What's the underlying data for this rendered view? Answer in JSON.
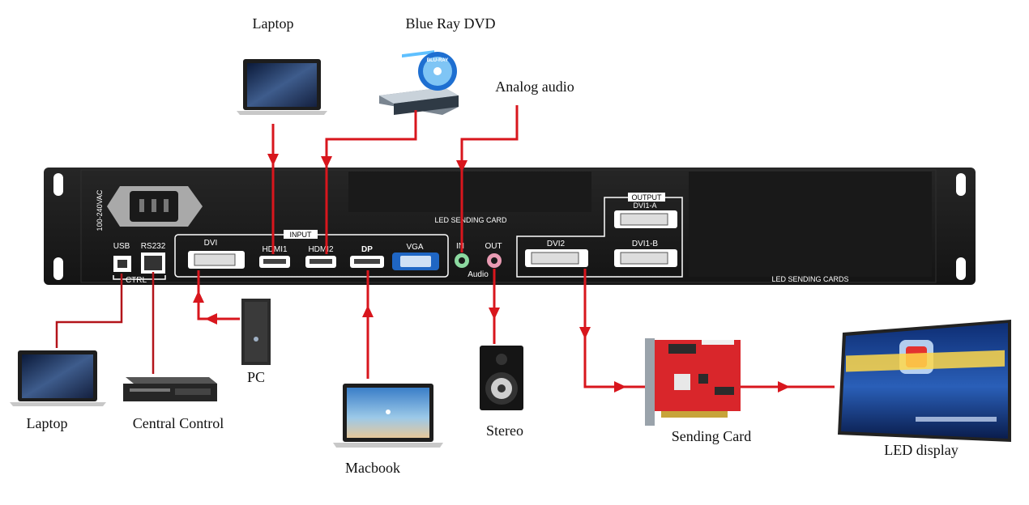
{
  "labels": {
    "laptop_top": "Laptop",
    "bluray": "Blue Ray DVD",
    "analog_audio": "Analog audio",
    "laptop_bottom": "Laptop",
    "central_control": "Central Control",
    "pc": "PC",
    "macbook": "Macbook",
    "stereo": "Stereo",
    "sending_card": "Sending Card",
    "led_display": "LED display"
  },
  "panel": {
    "voltage": "100-240VAC",
    "usb": "USB",
    "rs232": "RS232",
    "ctrl": "CTRL",
    "input_group": "INPUT",
    "dvi": "DVI",
    "hdmi1": "HDMI1",
    "hdmi2": "HDMI2",
    "dp": "DP",
    "vga": "VGA",
    "audio_in": "IN",
    "audio_out": "OUT",
    "audio": "Audio",
    "led_sending_card": "LED SENDING CARD",
    "output_group": "OUTPUT",
    "dvi1a": "DVI1-A",
    "dvi2": "DVI2",
    "dvi1b": "DVI1-B",
    "led_sending_cards": "LED SENDING CARDS"
  },
  "colors": {
    "wire": "#d8161d",
    "panel": "#1c1c1c",
    "card": "#d9262b"
  }
}
